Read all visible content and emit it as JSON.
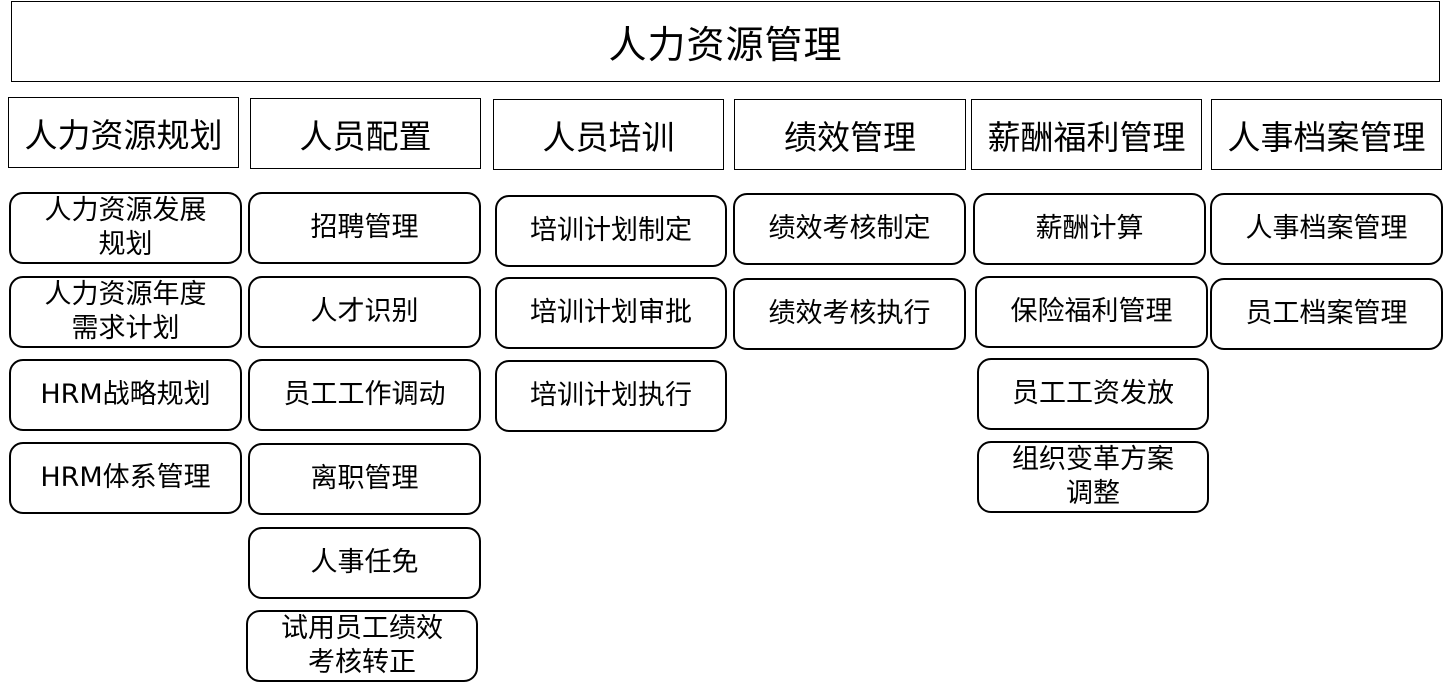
{
  "title": "人力资源管理",
  "columns": [
    {
      "header": "人力资源规划",
      "items": [
        "人力资源发展\n规划",
        "人力资源年度\n需求计划",
        "HRM战略规划",
        "HRM体系管理"
      ]
    },
    {
      "header": "人员配置",
      "items": [
        "招聘管理",
        "人才识别",
        "员工工作调动",
        "离职管理",
        "人事任免",
        "试用员工绩效\n考核转正"
      ]
    },
    {
      "header": "人员培训",
      "items": [
        "培训计划制定",
        "培训计划审批",
        "培训计划执行"
      ]
    },
    {
      "header": "绩效管理",
      "items": [
        "绩效考核制定",
        "绩效考核执行"
      ]
    },
    {
      "header": "薪酬福利管理",
      "items": [
        "薪酬计算",
        "保险福利管理",
        "员工工资发放",
        "组织变革方案\n调整"
      ]
    },
    {
      "header": "人事档案管理",
      "items": [
        "人事档案管理",
        "员工档案管理"
      ]
    }
  ]
}
